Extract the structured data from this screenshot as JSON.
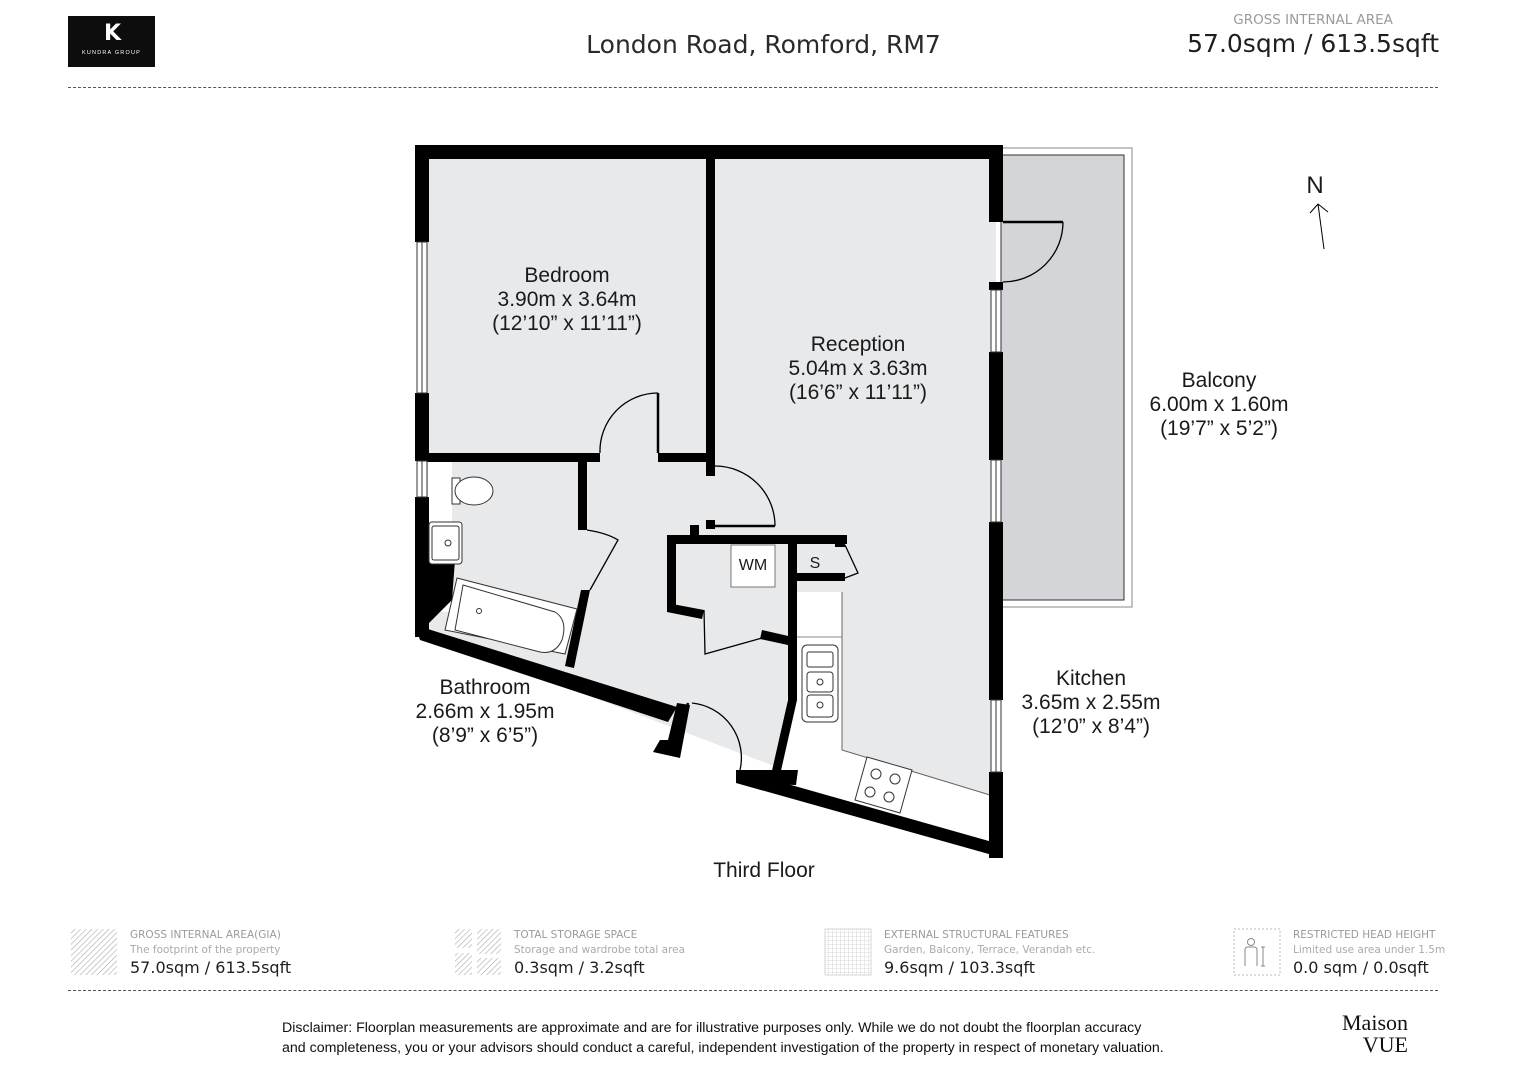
{
  "header": {
    "logo": {
      "mark": "K",
      "brand_text": "KUNDRA GROUP"
    },
    "title": "London Road, Romford, RM7",
    "gross_internal_area": {
      "label": "GROSS INTERNAL AREA",
      "value": "57.0sqm / 613.5sqft"
    }
  },
  "floorplan": {
    "floor_label": "Third Floor",
    "compass": {
      "label": "N",
      "icon": "north-arrow-icon"
    },
    "rooms": [
      {
        "name": "Bedroom",
        "metric": "3.90m x 3.64m",
        "imperial": "(12’10” x 11’11”)"
      },
      {
        "name": "Reception",
        "metric": "5.04m x 3.63m",
        "imperial": "(16’6” x 11’11”)"
      },
      {
        "name": "Balcony",
        "metric": "6.00m x 1.60m",
        "imperial": "(19’7” x 5’2”)"
      },
      {
        "name": "Bathroom",
        "metric": "2.66m x 1.95m",
        "imperial": "(8’9” x 6’5”)"
      },
      {
        "name": "Kitchen",
        "metric": "3.65m x 2.55m",
        "imperial": "(12’0” x 8’4”)"
      }
    ],
    "fixtures": {
      "washing_machine": "WM",
      "storage": "S"
    },
    "colors": {
      "wall": "#000000",
      "floor": "#e8e9eb",
      "balcony": "#d4d5d8",
      "counter": "#ffffff"
    }
  },
  "legend": [
    {
      "title": "GROSS INTERNAL AREA(GIA)",
      "description": "The footprint of the property",
      "value": "57.0sqm / 613.5sqft",
      "icon": "diagonal-hatch-icon"
    },
    {
      "title": "TOTAL STORAGE SPACE",
      "description": "Storage and wardrobe total area",
      "value": "0.3sqm / 3.2sqft",
      "icon": "storage-hatch-icon"
    },
    {
      "title": "EXTERNAL STRUCTURAL FEATURES",
      "description": "Garden, Balcony, Terrace, Verandah etc.",
      "value": "9.6sqm / 103.3sqft",
      "icon": "grid-icon"
    },
    {
      "title": "RESTRICTED HEAD HEIGHT",
      "description": "Limited use area under 1.5m",
      "value": "0.0 sqm / 0.0sqft",
      "icon": "person-height-icon"
    }
  ],
  "footer": {
    "disclaimer_line1": "Disclaimer: Floorplan measurements are approximate and are for illustrative purposes only. While we do not doubt the floorplan accuracy",
    "disclaimer_line2": "and completeness, you or your advisors should conduct a careful, independent investigation of the property in respect of monetary valuation.",
    "brand_line1": "Maison",
    "brand_line2": "VUE"
  }
}
